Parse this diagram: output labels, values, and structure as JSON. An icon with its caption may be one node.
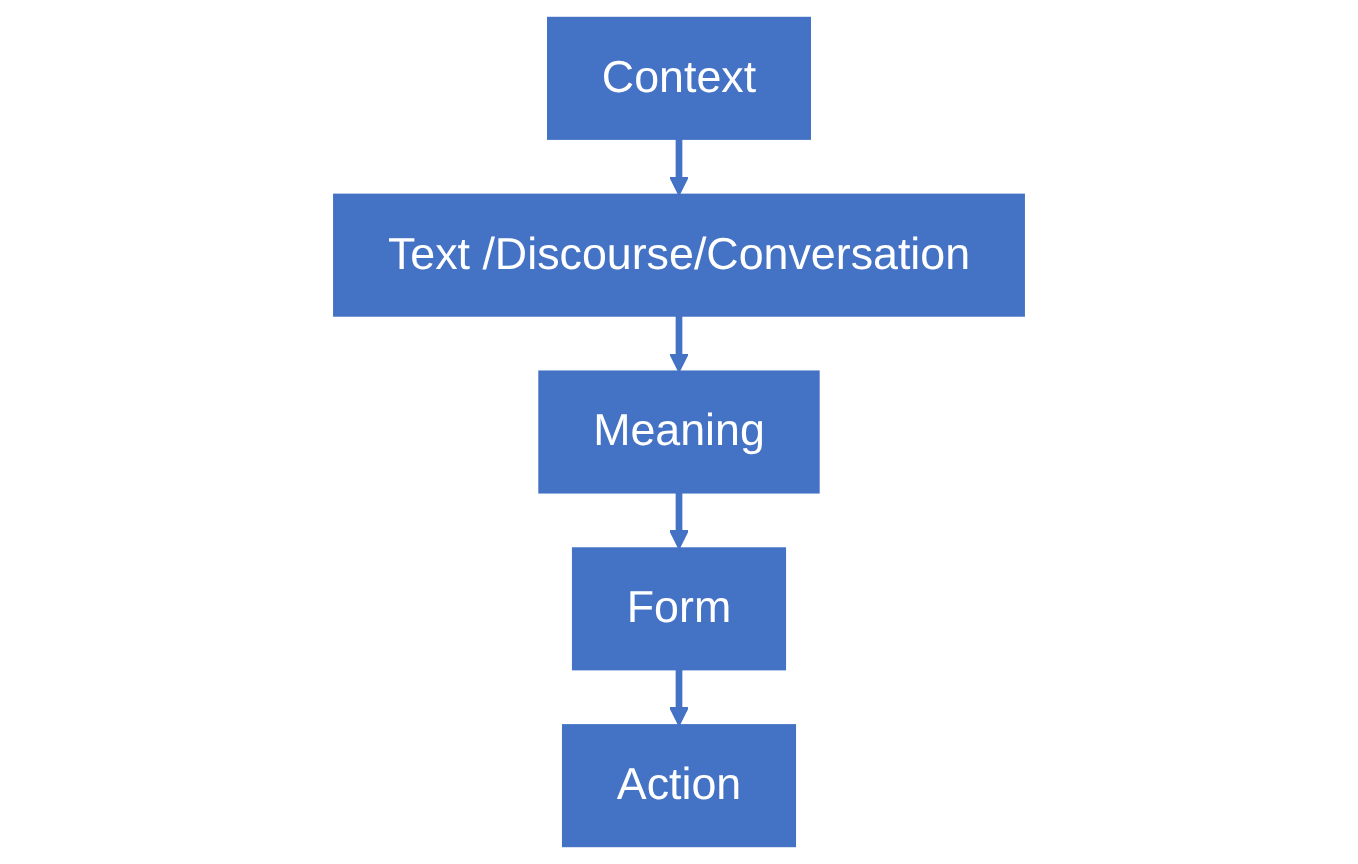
{
  "diagram": {
    "nodes": [
      {
        "text": [
          "Context"
        ]
      },
      {
        "text": [
          "Text /Discourse/Conversation"
        ]
      },
      {
        "text": [
          "Meaning"
        ]
      },
      {
        "text": [
          "Form"
        ]
      },
      {
        "text": [
          "Action"
        ]
      }
    ],
    "edges": [
      {
        "from": 0,
        "to": 1,
        "arrow": "to"
      },
      {
        "from": 1,
        "to": 2,
        "arrow": "to"
      },
      {
        "from": 2,
        "to": 3,
        "arrow": "to"
      },
      {
        "from": 3,
        "to": 4,
        "arrow": "to"
      }
    ]
  }
}
